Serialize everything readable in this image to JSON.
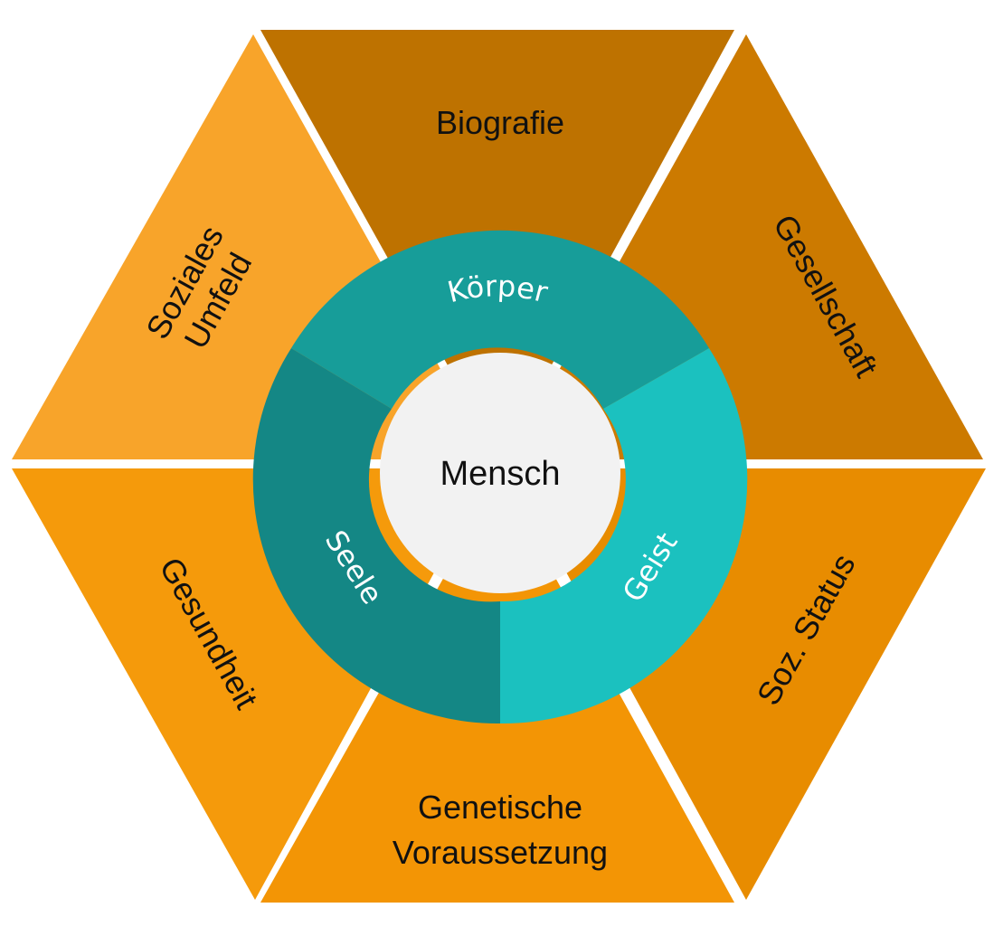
{
  "hexagon": {
    "segments": [
      {
        "id": "top",
        "label": "Biografie",
        "color": "#BE7200"
      },
      {
        "id": "upper-right",
        "label": "Gesellschaft",
        "color": "#CC7A00"
      },
      {
        "id": "lower-right",
        "label": "Soz. Status",
        "color": "#E88C00"
      },
      {
        "id": "bottom",
        "label_line1": "Genetische",
        "label_line2": "Voraussetzung",
        "color": "#F39505"
      },
      {
        "id": "lower-left",
        "label": "Gesundheit",
        "color": "#F59A0B"
      },
      {
        "id": "upper-left",
        "label_line1": "Soziales",
        "label_line2": "Umfeld",
        "color": "#F8A42A"
      }
    ]
  },
  "ring": {
    "segments": [
      {
        "id": "koerper",
        "label": "Körper",
        "color": "#179D99"
      },
      {
        "id": "geist",
        "label": "Geist",
        "color": "#1BC1BF"
      },
      {
        "id": "seele",
        "label": "Seele",
        "color": "#148785"
      }
    ]
  },
  "center": {
    "label": "Mensch",
    "color": "#F2F2F2"
  }
}
